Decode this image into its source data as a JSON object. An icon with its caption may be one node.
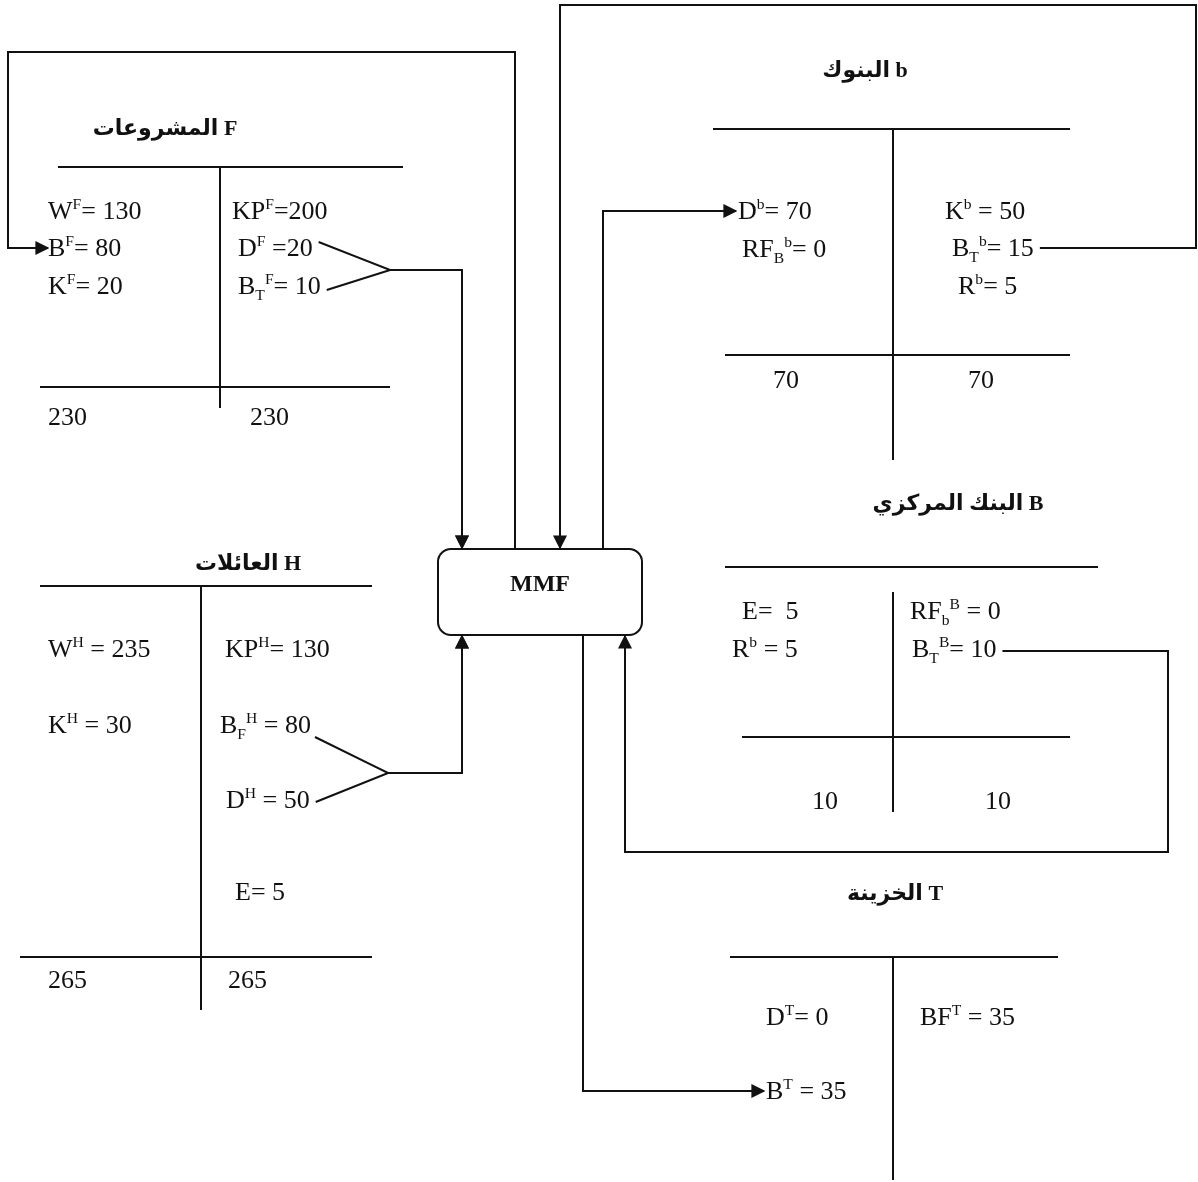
{
  "diagram": {
    "nodes": [
      {
        "text": [
          "F المشروعات"
        ]
      },
      {
        "text": [
          "B$^{F}$= 80"
        ],
        "in": 0
      },
      {
        "text": [
          "D$^{F}$ =20"
        ],
        "in": 0
      },
      {
        "text": [
          "B$_{T}$$^{F}$= 10"
        ],
        "in": 0
      },
      {
        "text": [
          "b البنوك"
        ]
      },
      {
        "text": [
          "D$^{b}$= 70"
        ],
        "in": 4
      },
      {
        "text": [
          "B$_{T}$$^{b}$= 15"
        ],
        "in": 4
      },
      {
        "text": [
          "B البنك المركزي"
        ]
      },
      {
        "text": [
          "B$_{T}$$^{B}$= 10"
        ],
        "in": 7
      },
      {
        "text": [
          "H العائلات"
        ]
      },
      {
        "text": [
          "B$_{F}$$^{H}$ = 80"
        ],
        "in": 9
      },
      {
        "text": [
          "D$^{H}$ = 50"
        ],
        "in": 9
      },
      {
        "text": [
          "MMF"
        ]
      },
      {
        "text": [
          "T الخزينة"
        ]
      },
      {
        "text": [
          "B$^{T}$ = 35"
        ],
        "in": 13
      }
    ],
    "edges": [
      {
        "from": 12,
        "to": 1,
        "arrow": "to"
      },
      {
        "from": 2,
        "to": 12,
        "arrow": "to"
      },
      {
        "from": 3,
        "to": 12,
        "arrow": "to"
      },
      {
        "from": 10,
        "to": 12,
        "arrow": "to"
      },
      {
        "from": 11,
        "to": 12,
        "arrow": "to"
      },
      {
        "from": 6,
        "to": 12,
        "arrow": "to"
      },
      {
        "from": 12,
        "to": 5,
        "arrow": "to"
      },
      {
        "from": 8,
        "to": 12,
        "arrow": "to"
      },
      {
        "from": 12,
        "to": 14,
        "arrow": "to"
      }
    ],
    "labels": [
      "W$^{F}$= 130",
      "KP$^{F}$=200",
      "K$^{F}$= 20",
      "230",
      "230",
      "K$^{b}$ = 50",
      "RF$_{B}$$^{b}$= 0",
      "R$^{b}$= 5",
      "70",
      "70",
      "E=  5",
      "RF$_{b}$$^{B}$ = 0",
      "R$^{b}$ = 5",
      "10",
      "10",
      "W$^{H}$ = 235",
      "KP$^{H}$= 130",
      "K$^{H}$ = 30",
      "E= 5",
      "265",
      "265",
      "D$^{T}$= 0",
      "BF$^{T}$ = 35"
    ]
  }
}
